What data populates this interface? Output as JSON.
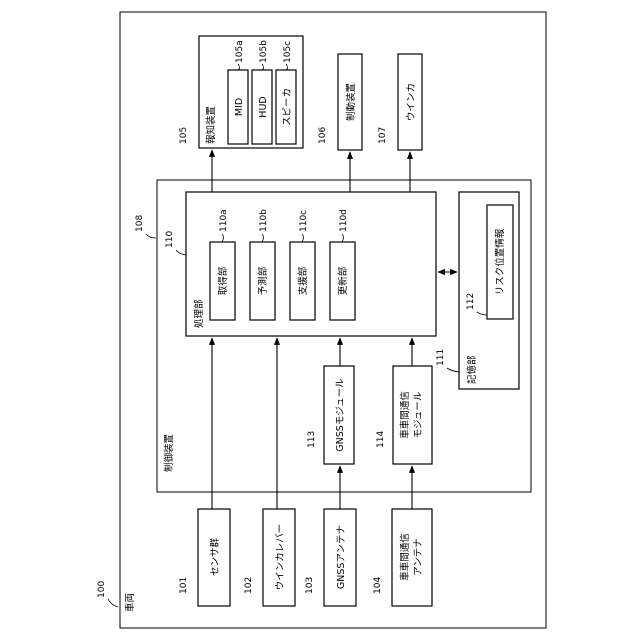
{
  "vehicle": {
    "num": "100",
    "label": "車両"
  },
  "control_device": {
    "num": "108",
    "label": "制御装置"
  },
  "processing_unit": {
    "num": "110",
    "label": "処理部"
  },
  "acquisition": {
    "num": "110a",
    "label": "取得部"
  },
  "prediction": {
    "num": "110b",
    "label": "予測部"
  },
  "support": {
    "num": "110c",
    "label": "支援部"
  },
  "update": {
    "num": "110d",
    "label": "更新部"
  },
  "storage": {
    "num": "111",
    "label": "記憶部"
  },
  "risk_info": {
    "num": "112",
    "label": "リスク位置情報"
  },
  "gnss_module": {
    "num": "113",
    "label": "GNSSモジュール"
  },
  "v2v_module": {
    "num": "114",
    "label_line1": "車車間通信",
    "label_line2": "モジュール"
  },
  "sensors": {
    "num": "101",
    "label": "センサ群"
  },
  "winker_lever": {
    "num": "102",
    "label": "ウインカレバー"
  },
  "gnss_antenna": {
    "num": "103",
    "label": "GNSSアンテナ"
  },
  "v2v_antenna": {
    "num": "104",
    "label_line1": "車車間通信",
    "label_line2": "アンテナ"
  },
  "notification": {
    "num": "105",
    "label": "報知装置"
  },
  "mid": {
    "num": "105a",
    "label": "MID"
  },
  "hud": {
    "num": "105b",
    "label": "HUD"
  },
  "speaker": {
    "num": "105c",
    "label": "スピーカ"
  },
  "brake": {
    "num": "106",
    "label": "制動装置"
  },
  "winker": {
    "num": "107",
    "label": "ウインカ"
  }
}
